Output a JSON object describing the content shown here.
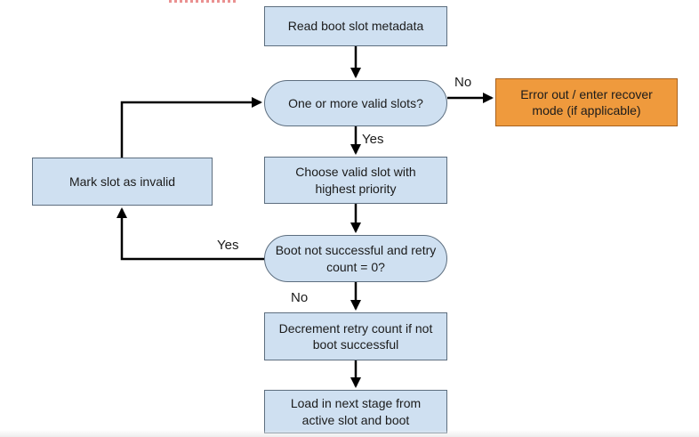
{
  "palette": {
    "node_fill": "#cfe0f1",
    "node_border": "#5d6e7f",
    "accent_fill": "#ef9a3d",
    "accent_border": "#a8611d",
    "arrow": "#000000",
    "dashes": "#ea9191",
    "text": "#1b1b1b",
    "background": "#ffffff"
  },
  "diagram": {
    "type": "flowchart",
    "nodes": {
      "read_metadata": {
        "label": "Read boot slot metadata",
        "shape": "rect"
      },
      "valid_slots": {
        "label": "One or more valid slots?",
        "shape": "stadium"
      },
      "error_out": {
        "label": "Error out / enter recover mode (if applicable)",
        "shape": "rect-accent"
      },
      "choose_slot": {
        "label": "Choose valid slot with highest priority",
        "shape": "rect"
      },
      "mark_invalid": {
        "label": "Mark slot as invalid",
        "shape": "rect"
      },
      "boot_check": {
        "label": "Boot not successful and retry count = 0?",
        "shape": "stadium"
      },
      "decrement": {
        "label": "Decrement retry count if not boot successful",
        "shape": "rect"
      },
      "load_next": {
        "label": "Load in next stage from active slot and boot",
        "shape": "rect"
      }
    },
    "edges": [
      {
        "from": "read_metadata",
        "to": "valid_slots",
        "label": ""
      },
      {
        "from": "valid_slots",
        "to": "error_out",
        "label": "No"
      },
      {
        "from": "valid_slots",
        "to": "choose_slot",
        "label": "Yes"
      },
      {
        "from": "choose_slot",
        "to": "boot_check",
        "label": ""
      },
      {
        "from": "boot_check",
        "to": "mark_invalid",
        "label": "Yes"
      },
      {
        "from": "mark_invalid",
        "to": "valid_slots",
        "label": ""
      },
      {
        "from": "boot_check",
        "to": "decrement",
        "label": "No"
      },
      {
        "from": "decrement",
        "to": "load_next",
        "label": ""
      }
    ]
  }
}
